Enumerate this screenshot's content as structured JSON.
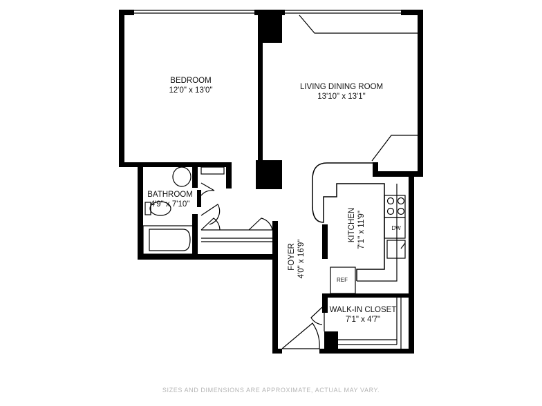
{
  "rooms": {
    "bedroom": {
      "name": "BEDROOM",
      "dims": "12'0\" x 13'0\""
    },
    "living": {
      "name": "LIVING DINING ROOM",
      "dims": "13'10\" x 13'1\""
    },
    "bathroom": {
      "name": "BATHROOM",
      "dims": "4'9\" x 7'10\""
    },
    "foyer": {
      "name": "FOYER",
      "dims": "4'0\" x 16'9\""
    },
    "kitchen": {
      "name": "KITCHEN",
      "dims": "7'1\" x 11'9\""
    },
    "closet": {
      "name": "WALK-IN CLOSET",
      "dims": "7'1\" x 4'7\""
    }
  },
  "appliances": {
    "dishwasher": "DW",
    "refrigerator": "REF"
  },
  "disclaimer": "SIZES AND DIMENSIONS ARE APPROXIMATE, ACTUAL MAY VARY."
}
